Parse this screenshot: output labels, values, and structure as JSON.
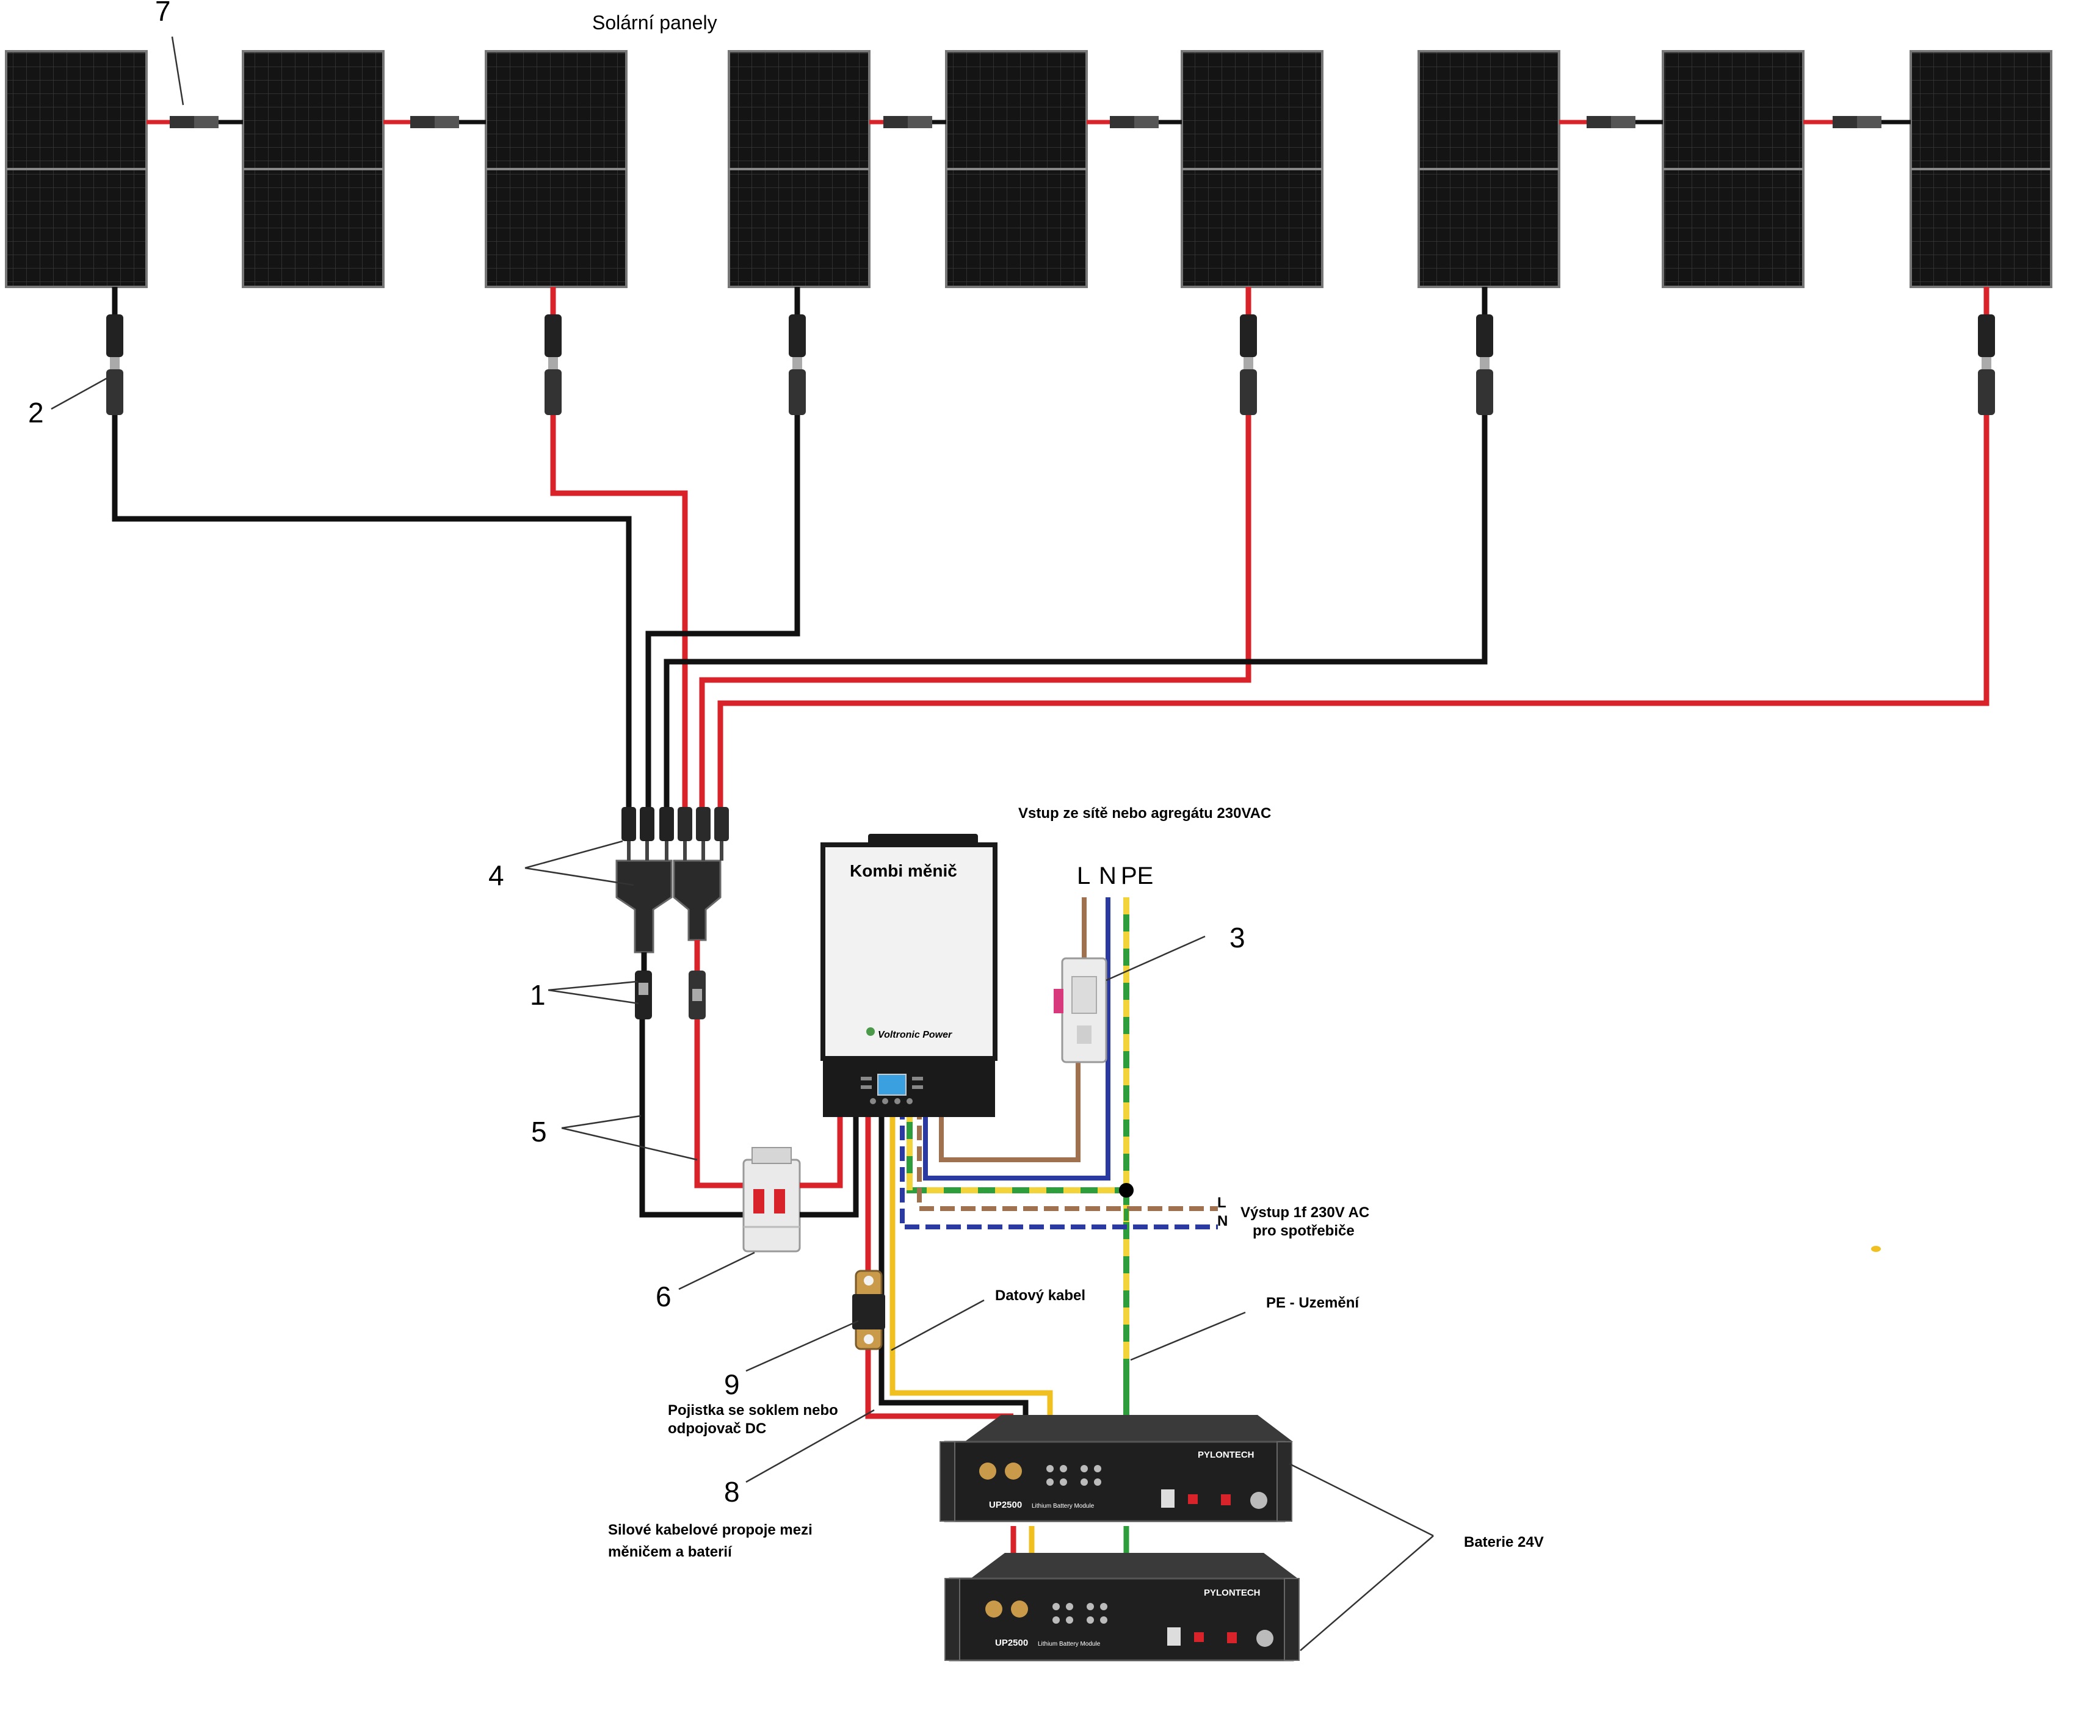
{
  "title": "Solární panely",
  "inverter_label": "Kombi měnič",
  "inverter_brand": "Voltronic Power",
  "grid_input_label": "Vstup ze sítě nebo agregátu 230VAC",
  "grid_terminals": {
    "l": "L",
    "n": "N",
    "pe": "PE"
  },
  "ac_output": {
    "l": "L",
    "n": "N",
    "line1": "Výstup 1f 230V AC",
    "line2": "pro spotřebiče"
  },
  "data_cable_label": "Datový kabel",
  "pe_label": "PE - Uzemění",
  "fuse_label": {
    "line1": "Pojistka se soklem nebo",
    "line2": "odpojovač DC"
  },
  "power_cable_label": {
    "line1": "Silové kabelové propoje mezi",
    "line2": "měničem a baterií"
  },
  "battery_label": "Baterie 24V",
  "battery_brand": "PYLONTECH",
  "battery_model": "UP2500",
  "battery_module_text": "Lithium Battery Module",
  "callouts": {
    "n1": "1",
    "n2": "2",
    "n3": "3",
    "n4": "4",
    "n5": "5",
    "n6": "6",
    "n7": "7",
    "n8": "8",
    "n9": "9"
  },
  "colors": {
    "negative": "#111111",
    "positive": "#d8232a",
    "phase": "#a0714f",
    "neutral": "#2b3aa0",
    "earth_green": "#2e9e3c",
    "earth_yellow": "#f2d43a",
    "data": "#f0c020",
    "panel": "#141414",
    "inverter_body": "#f2f2f2"
  }
}
